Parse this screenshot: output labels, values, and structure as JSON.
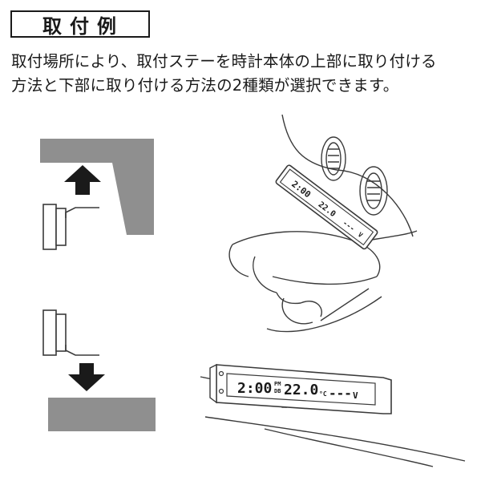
{
  "heading": "取付例",
  "description": {
    "line1": "取付場所により、取付ステーを時計本体の上部に取り付ける",
    "line2": "方法と下部に取り付ける方法の2種類が選択できます。"
  },
  "clock_display": {
    "time": "2:00",
    "ampm_top": "PM",
    "ampm_bottom": "DB",
    "temperature": "22.0",
    "temp_unit": "°C",
    "voltage": "---",
    "voltage_unit": "V"
  },
  "colors": {
    "gray_block": "#8f8f8f",
    "line": "#3a3a3a"
  }
}
